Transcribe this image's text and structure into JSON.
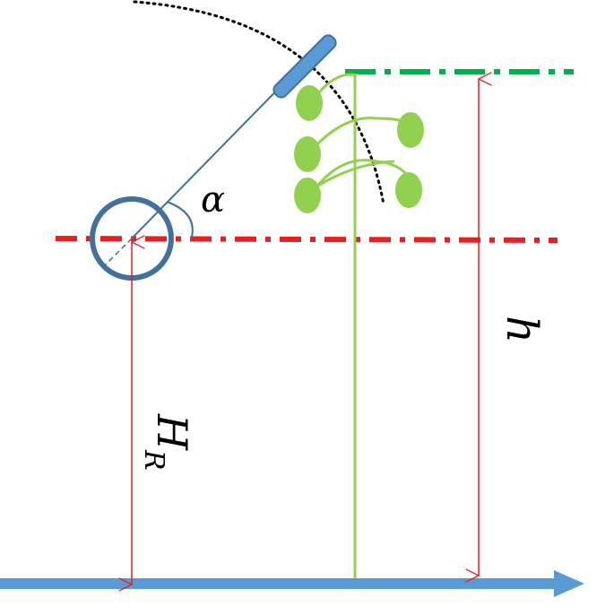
{
  "labels": {
    "alpha": "α",
    "h": "h",
    "H": "H",
    "H_sub": "R"
  },
  "colors": {
    "ground_arrow": "#5b9bd5",
    "reel_blue": "#41719c",
    "bar_fill": "#5b9bd5",
    "red": "#e81f1f",
    "green_dash": "#00b050",
    "plant_green": "#92d050",
    "dim_red": "#e81f1f",
    "dotted_arc": "#000000"
  },
  "icons": {
    "reel": "reel-circle-icon",
    "plant": "plant-icon",
    "bar": "tine-bar-icon"
  }
}
